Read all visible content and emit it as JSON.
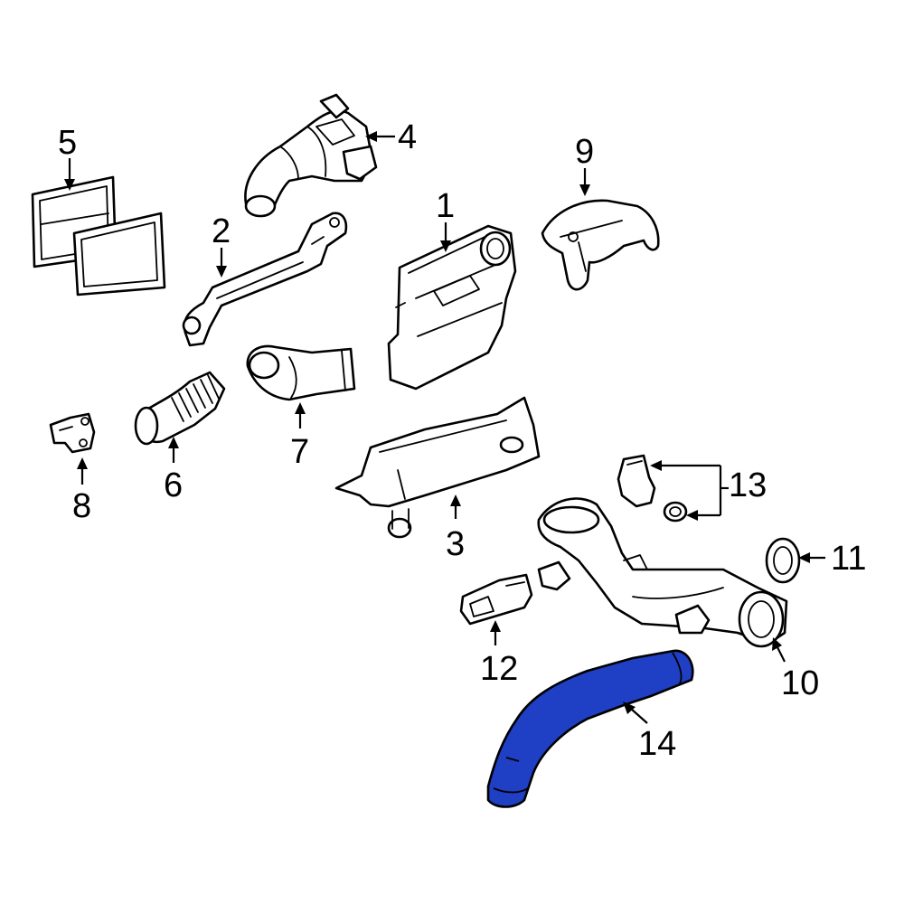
{
  "diagram": {
    "highlight_color": "#1f3fc4",
    "callouts": {
      "c1": "1",
      "c2": "2",
      "c3": "3",
      "c4": "4",
      "c5": "5",
      "c6": "6",
      "c7": "7",
      "c8": "8",
      "c9": "9",
      "c10": "10",
      "c11": "11",
      "c12": "12",
      "c13": "13",
      "c14": "14"
    },
    "highlighted_part": "14"
  }
}
